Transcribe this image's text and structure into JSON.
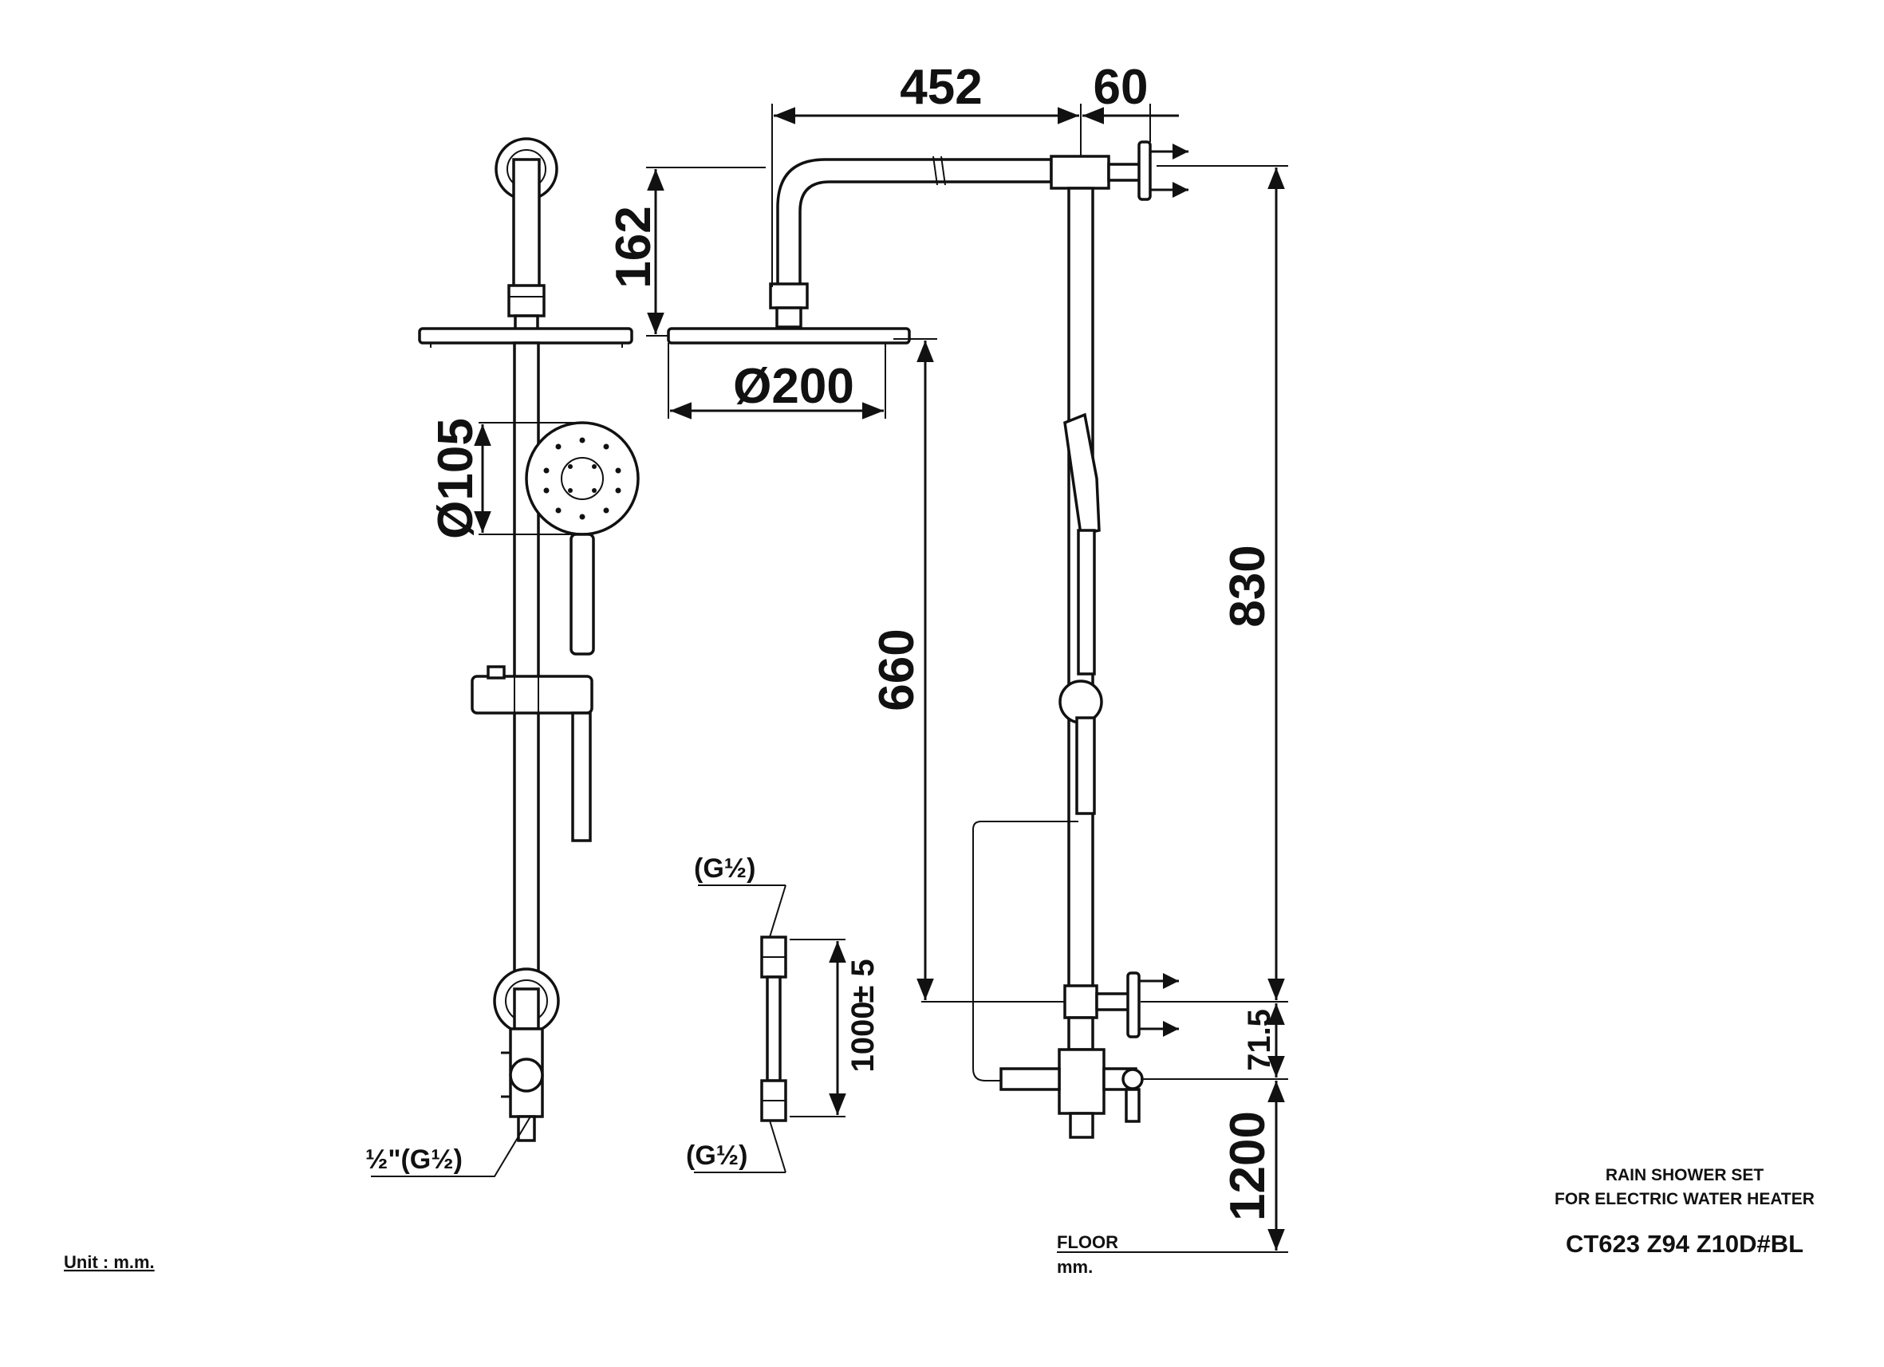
{
  "dimensions": {
    "arm_length": "452",
    "wall_offset": "60",
    "arm_drop": "162",
    "head_diameter": "Ø200",
    "hand_shower_diameter": "Ø105",
    "bar_height": "660",
    "overall_height": "830",
    "inlet_offset": "71.5",
    "floor_height": "1200",
    "hose_length": "1000",
    "hose_tolerance": "± 5"
  },
  "connections": {
    "inlet_thread": "½\"(G½)",
    "hose_top_thread": "(G½)",
    "hose_bottom_thread": "(G½)"
  },
  "labels": {
    "unit": "Unit : m.m.",
    "floor": "FLOOR",
    "floor_unit": "mm."
  },
  "title_block": {
    "line1": "RAIN SHOWER SET",
    "line2": "FOR ELECTRIC WATER HEATER",
    "model": "CT623 Z94 Z10D#BL"
  }
}
